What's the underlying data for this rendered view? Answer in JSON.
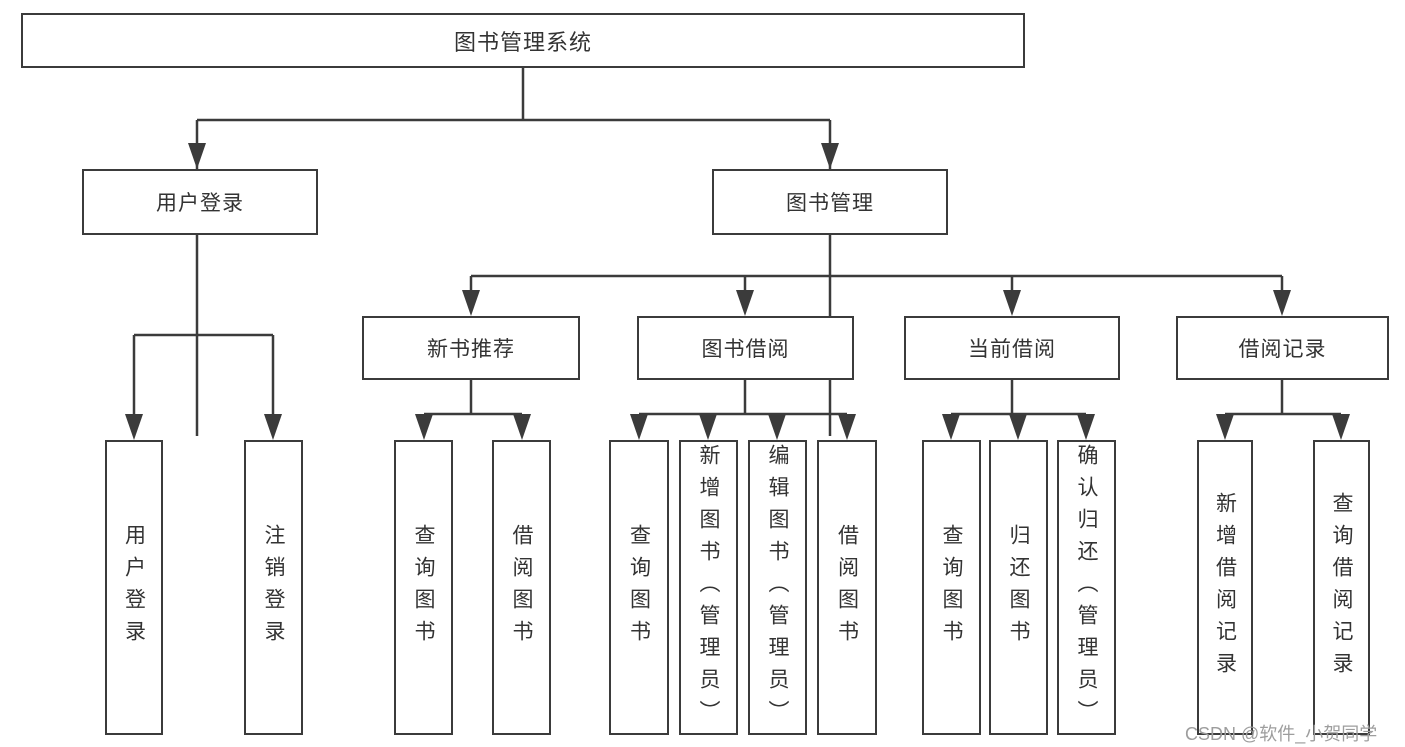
{
  "diagram": {
    "title": "图书管理系统",
    "root": {
      "label": "图书管理系统"
    },
    "level2": [
      {
        "label": "用户登录"
      },
      {
        "label": "图书管理"
      }
    ],
    "level3": [
      {
        "label": "新书推荐"
      },
      {
        "label": "图书借阅"
      },
      {
        "label": "当前借阅"
      },
      {
        "label": "借阅记录"
      }
    ],
    "leaves": [
      {
        "label": "用户登录"
      },
      {
        "label": "注销登录"
      },
      {
        "label": "查询图书"
      },
      {
        "label": "借阅图书"
      },
      {
        "label": "查询图书"
      },
      {
        "label": "新增图书（管理员）"
      },
      {
        "label": "编辑图书（管理员）"
      },
      {
        "label": "借阅图书"
      },
      {
        "label": "查询图书"
      },
      {
        "label": "归还图书"
      },
      {
        "label": "确认归还（管理员）"
      },
      {
        "label": "新增借阅记录"
      },
      {
        "label": "查询借阅记录"
      }
    ]
  },
  "colors": {
    "line": "#3b3b3b",
    "text": "#333333",
    "background": "#ffffff",
    "watermark": "#9d9d9d"
  },
  "watermark": {
    "text": "CSDN @软件_小贺同学"
  }
}
